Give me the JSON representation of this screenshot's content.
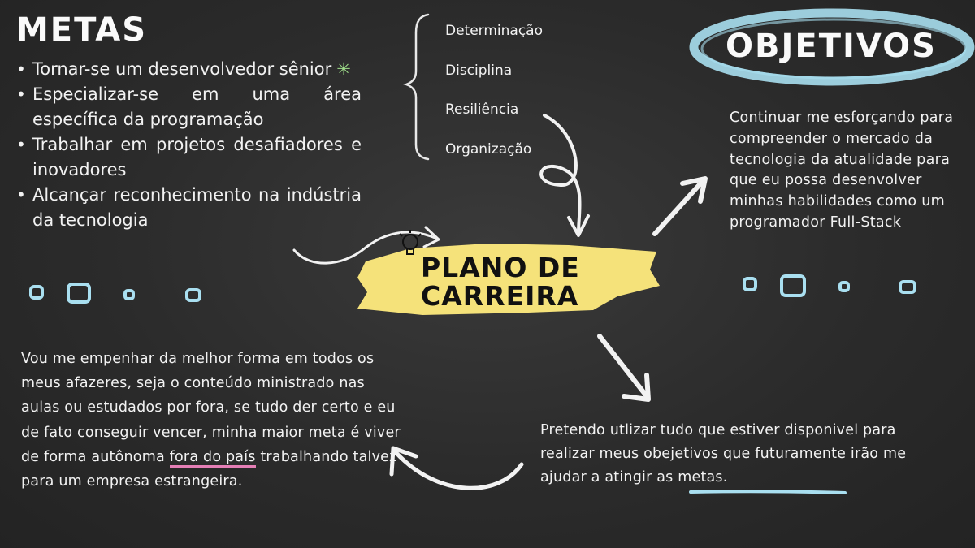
{
  "metas": {
    "title": "METAS",
    "items": [
      {
        "text": "Tornar-se um desenvolvedor sênior",
        "icon": "sparkle-icon"
      },
      {
        "text": "Especializar-se em uma área específica da programação"
      },
      {
        "text": "Trabalhar em projetos desafiadores e inovadores"
      },
      {
        "text": "Alcançar reconhecimento na indústria da tecnologia"
      }
    ]
  },
  "values": [
    "Determinação",
    "Disciplina",
    "Resiliência",
    "Organização"
  ],
  "center": {
    "line1": "PLANO DE",
    "line2": "CARREIRA"
  },
  "objetivos": {
    "title": "OBJETIVOS",
    "text": "Continuar me esforçando para compreender o mercado da tecnologia da atualidade para que eu possa desenvolver minhas habilidades como um programador Full-Stack"
  },
  "bottom_left": {
    "before": "Vou me empenhar da melhor forma em todos os meus afazeres, seja o conteúdo ministrado nas aulas ou estudados por fora, se tudo der certo e eu de fato conseguir vencer, minha maior meta é viver de forma autônoma ",
    "highlight": "fora do país",
    "after": " trabalhando talvez para um empresa estrangeira."
  },
  "bottom_right": {
    "text": "Pretendo utlizar tudo que estiver disponivel para realizar meus obejetivos que futuramente irão me ajudar a atingir as metas."
  },
  "colors": {
    "background": "#2b2b2b",
    "highlight_yellow": "#f5e27a",
    "oval_blue": "#a9dff0",
    "underline_pink": "#e57fb6",
    "underline_blue": "#a9dff0",
    "sparkle_green": "#9fdf8a"
  }
}
